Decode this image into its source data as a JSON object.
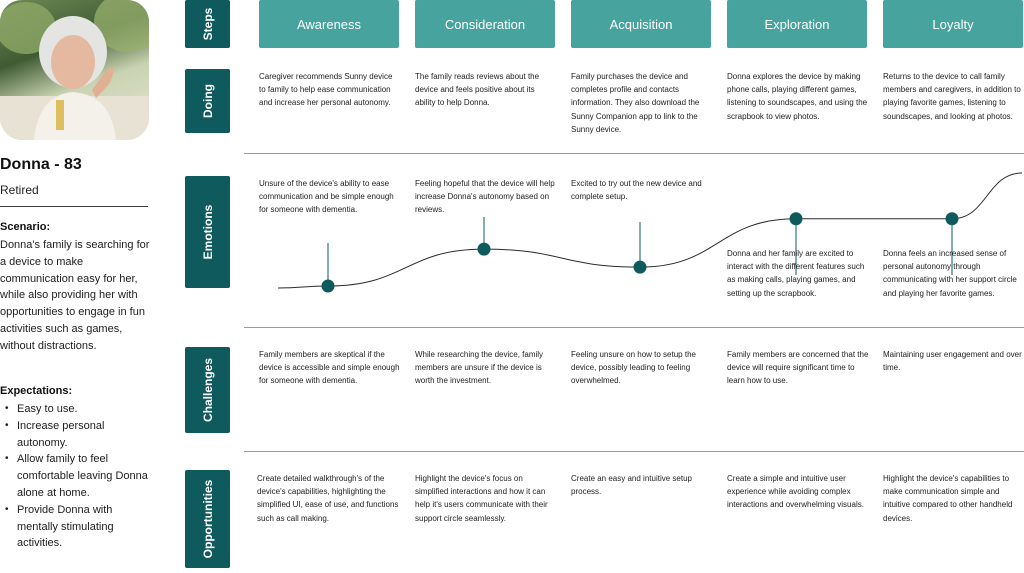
{
  "persona": {
    "name": "Donna - 83",
    "role": "Retired",
    "scenario_label": "Scenario:",
    "scenario_text": "Donna's family is searching for a device to make communication easy for her, while also providing her with opportunities to engage in fun activities such as games, without distractions.",
    "expectations_label": "Expectations:",
    "expectations": [
      "Easy to use.",
      "Increase personal autonomy.",
      "Allow family to feel comfortable leaving Donna alone at home.",
      "Provide Donna with mentally stimulating activities."
    ]
  },
  "rows": {
    "steps": "Steps",
    "doing": "Doing",
    "emotions": "Emotions",
    "challenges": "Challenges",
    "opportunities": "Opportunities"
  },
  "stages": [
    "Awareness",
    "Consideration",
    "Acquisition",
    "Exploration",
    "Loyalty"
  ],
  "doing": [
    "Caregiver recommends Sunny device to family to help ease communication and increase her personal autonomy.",
    "The family reads reviews about the device and feels positive about its ability to help Donna.",
    "Family purchases the device and completes profile and contacts information. They also download the Sunny Companion app to link to the Sunny device.",
    "Donna explores the device by making phone calls, playing different games, listening to soundscapes, and using the scrapbook to view photos.",
    "Returns to the device to call family members and caregivers, in addition to playing favorite games, listening to soundscapes, and looking at photos."
  ],
  "emotions": [
    "Unsure of the device's ability to ease communication and be simple enough for someone with dementia.",
    "Feeling hopeful that the device will help increase Donna's autonomy based on reviews.",
    "Excited to try out the new device and complete setup.",
    "Donna and her family are excited to interact with the different features such as making calls, playing games, and setting up the scrapbook.",
    "Donna feels an increased sense of personal autonomy through communicating with her support circle and playing her favorite games."
  ],
  "challenges": [
    "Family members are skeptical if the device is accessible and simple enough for someone with dementia.",
    "While researching the device, family members are unsure if the device is worth the investment.",
    "Feeling unsure on how to setup the device, possibly leading to feeling overwhelmed.",
    "Family members are concerned that the device will require significant time to learn how to use.",
    "Maintaining user engagement and over time."
  ],
  "opportunities": [
    "Create detailed walkthrough's of the device's capabilities, highlighting the simplified UI, ease of use, and functions such as call making.",
    "Highlight the device's focus on simplified interactions and how it can help it's users communicate with their support circle seamlessly.",
    "Create an easy and intuitive setup process.",
    "Create a simple and intuitive user experience while avoiding complex interactions and overwhelming visuals.",
    "Highlight the device's capabilities to make communication simple and intuitive compared to other handheld devices."
  ],
  "emotion_levels": [
    0.0,
    0.45,
    0.23,
    0.82,
    0.82
  ],
  "colors": {
    "row_label_bg": "#0f5a5c",
    "stage_bg": "#46a39e",
    "curve": "#2b2b2b",
    "marker": "#0f5a5c"
  }
}
